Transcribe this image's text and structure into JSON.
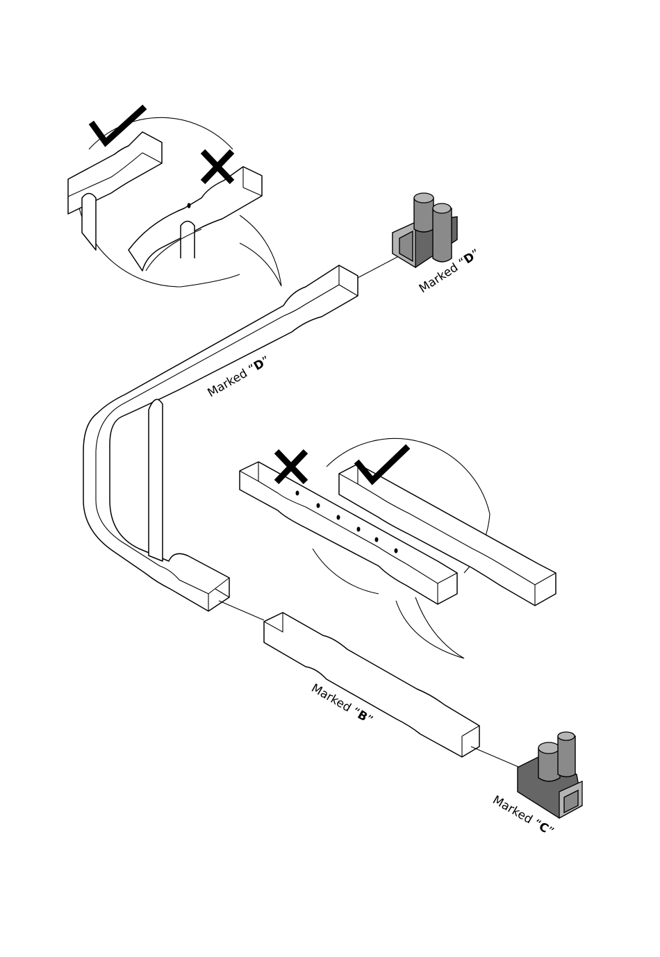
{
  "labels": {
    "connector_top": {
      "prefix": "Marked ",
      "open": "“",
      "code": "D",
      "close": "”"
    },
    "upper_tube": {
      "prefix": "Marked ",
      "open": "“",
      "code": "D",
      "close": "”"
    },
    "lower_tube": {
      "prefix": "Marked ",
      "open": "“",
      "code": "B",
      "close": "”"
    },
    "connector_bottom": {
      "prefix": "Marked ",
      "open": "“",
      "code": "C",
      "close": "”"
    }
  },
  "callouts": {
    "top": {
      "correct": "check-mark",
      "incorrect": "x-mark",
      "incorrect_detail": "single hole"
    },
    "middle": {
      "correct": "check-mark",
      "incorrect": "x-mark",
      "incorrect_detail": "row of holes"
    }
  },
  "colors": {
    "line": "#000000",
    "connector_dark": "#666666",
    "connector_mid": "#8a8a8a",
    "connector_light": "#b5b5b5",
    "background": "#ffffff"
  }
}
